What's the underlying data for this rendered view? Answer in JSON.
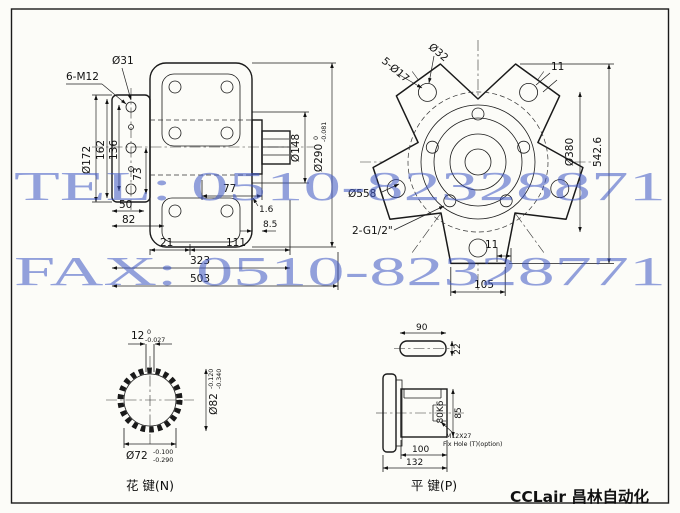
{
  "watermark": {
    "tel": "TEL: 0510-82328871",
    "fax": "FAX: 0510-82328771"
  },
  "brand": "CCLair 昌林自动化",
  "side_view": {
    "bolt_callout": "6-M12",
    "d31": "Ø31",
    "d172": "Ø172",
    "v162": "162",
    "v136": "136",
    "v73": "73",
    "h50": "50",
    "h82": "82",
    "h77": "77",
    "h1_6": "1.6",
    "h8_5": "8.5",
    "h21": "21",
    "h111": "111",
    "h323": "323",
    "h503": "503",
    "d148": "Ø148",
    "d290": "Ø290",
    "d290_tol_hi": "0",
    "d290_tol_lo": "-0.081"
  },
  "front_view": {
    "d32": "Ø32",
    "holes17": "5-Ø17",
    "t11": "11",
    "d380": "Ø380",
    "height": "542.6",
    "d558": "Ø558",
    "ports": "2-G1/2\"",
    "b11": "11",
    "b105": "105"
  },
  "spline_view": {
    "w12": "12",
    "w12_hi": "0",
    "w12_lo": "-0.027",
    "d82": "Ø82",
    "d82_hi": "-0.120",
    "d82_lo": "-0.340",
    "d72": "Ø72",
    "d72_hi": "-0.100",
    "d72_lo": "-0.290",
    "caption": "花 键(N)"
  },
  "key_view": {
    "t90": "90",
    "t22": "22",
    "v85": "85",
    "shaft_fit": "80K6",
    "thread": "M12X27",
    "note": "Fix Hole (T)(option)",
    "b100": "100",
    "b132": "132",
    "caption": "平 键(P)"
  }
}
